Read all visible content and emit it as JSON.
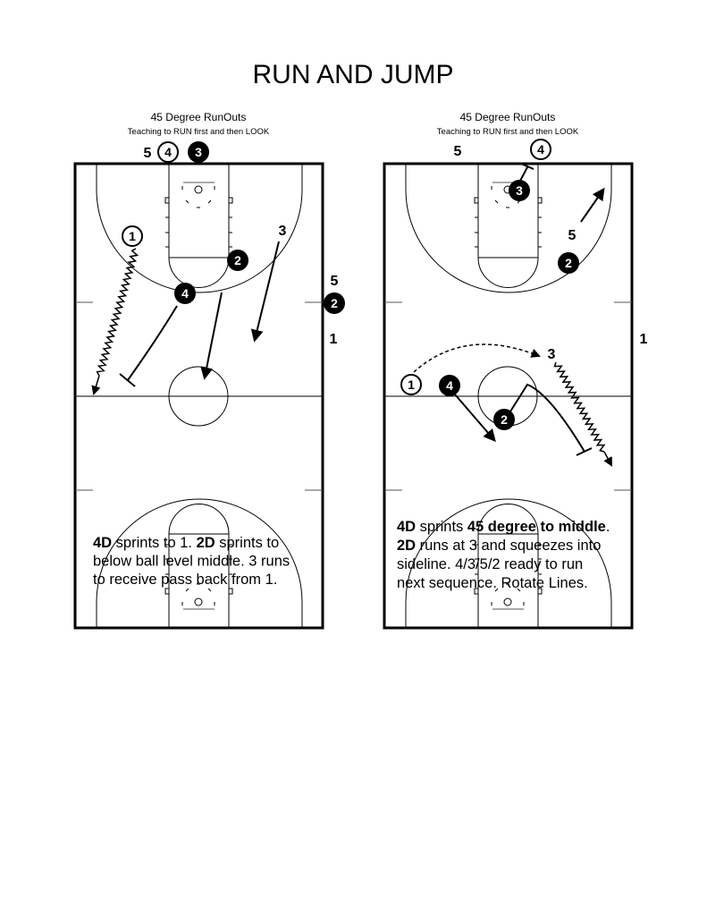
{
  "title": "RUN AND JUMP",
  "colors": {
    "ink": "#000000",
    "court_line": "#333333",
    "background": "#ffffff"
  },
  "diagrams": [
    {
      "heading": "45 Degree RunOuts",
      "subheading": "Teaching to RUN first and then LOOK",
      "labels": {
        "top_5": "5",
        "top_4": "4",
        "top_3": "3",
        "p1": "1",
        "p2": "2",
        "p4": "4",
        "p3_label": "3",
        "side_5": "5",
        "side_2": "2",
        "side_1": "1"
      },
      "note": [
        [
          {
            "t": "4D",
            "b": true
          },
          {
            "t": " sprints to 1. "
          },
          {
            "t": "2D",
            "b": true
          },
          {
            "t": " sprints to"
          }
        ],
        [
          {
            "t": "below ball level middle. 3 runs"
          }
        ],
        [
          {
            "t": "to receive pass back from 1."
          }
        ]
      ]
    },
    {
      "heading": "45 Degree RunOuts",
      "subheading": "Teaching to RUN first and then LOOK",
      "labels": {
        "top_5": "5",
        "top_4": "4",
        "p3": "3",
        "p5_label": "5",
        "p2_top": "2",
        "side_1": "1",
        "p1": "1",
        "p4": "4",
        "p3_label": "3",
        "p2": "2"
      },
      "note": [
        [
          {
            "t": "4D",
            "b": true
          },
          {
            "t": " sprints "
          },
          {
            "t": "45 degree to middle",
            "b": true
          },
          {
            "t": "."
          }
        ],
        [
          {
            "t": "2D",
            "b": true
          },
          {
            "t": " runs at 3 and squeezes into"
          }
        ],
        [
          {
            "t": "sideline. 4/3/5/2 ready to run"
          }
        ],
        [
          {
            "t": "next sequence. Rotate Lines."
          }
        ]
      ]
    }
  ]
}
